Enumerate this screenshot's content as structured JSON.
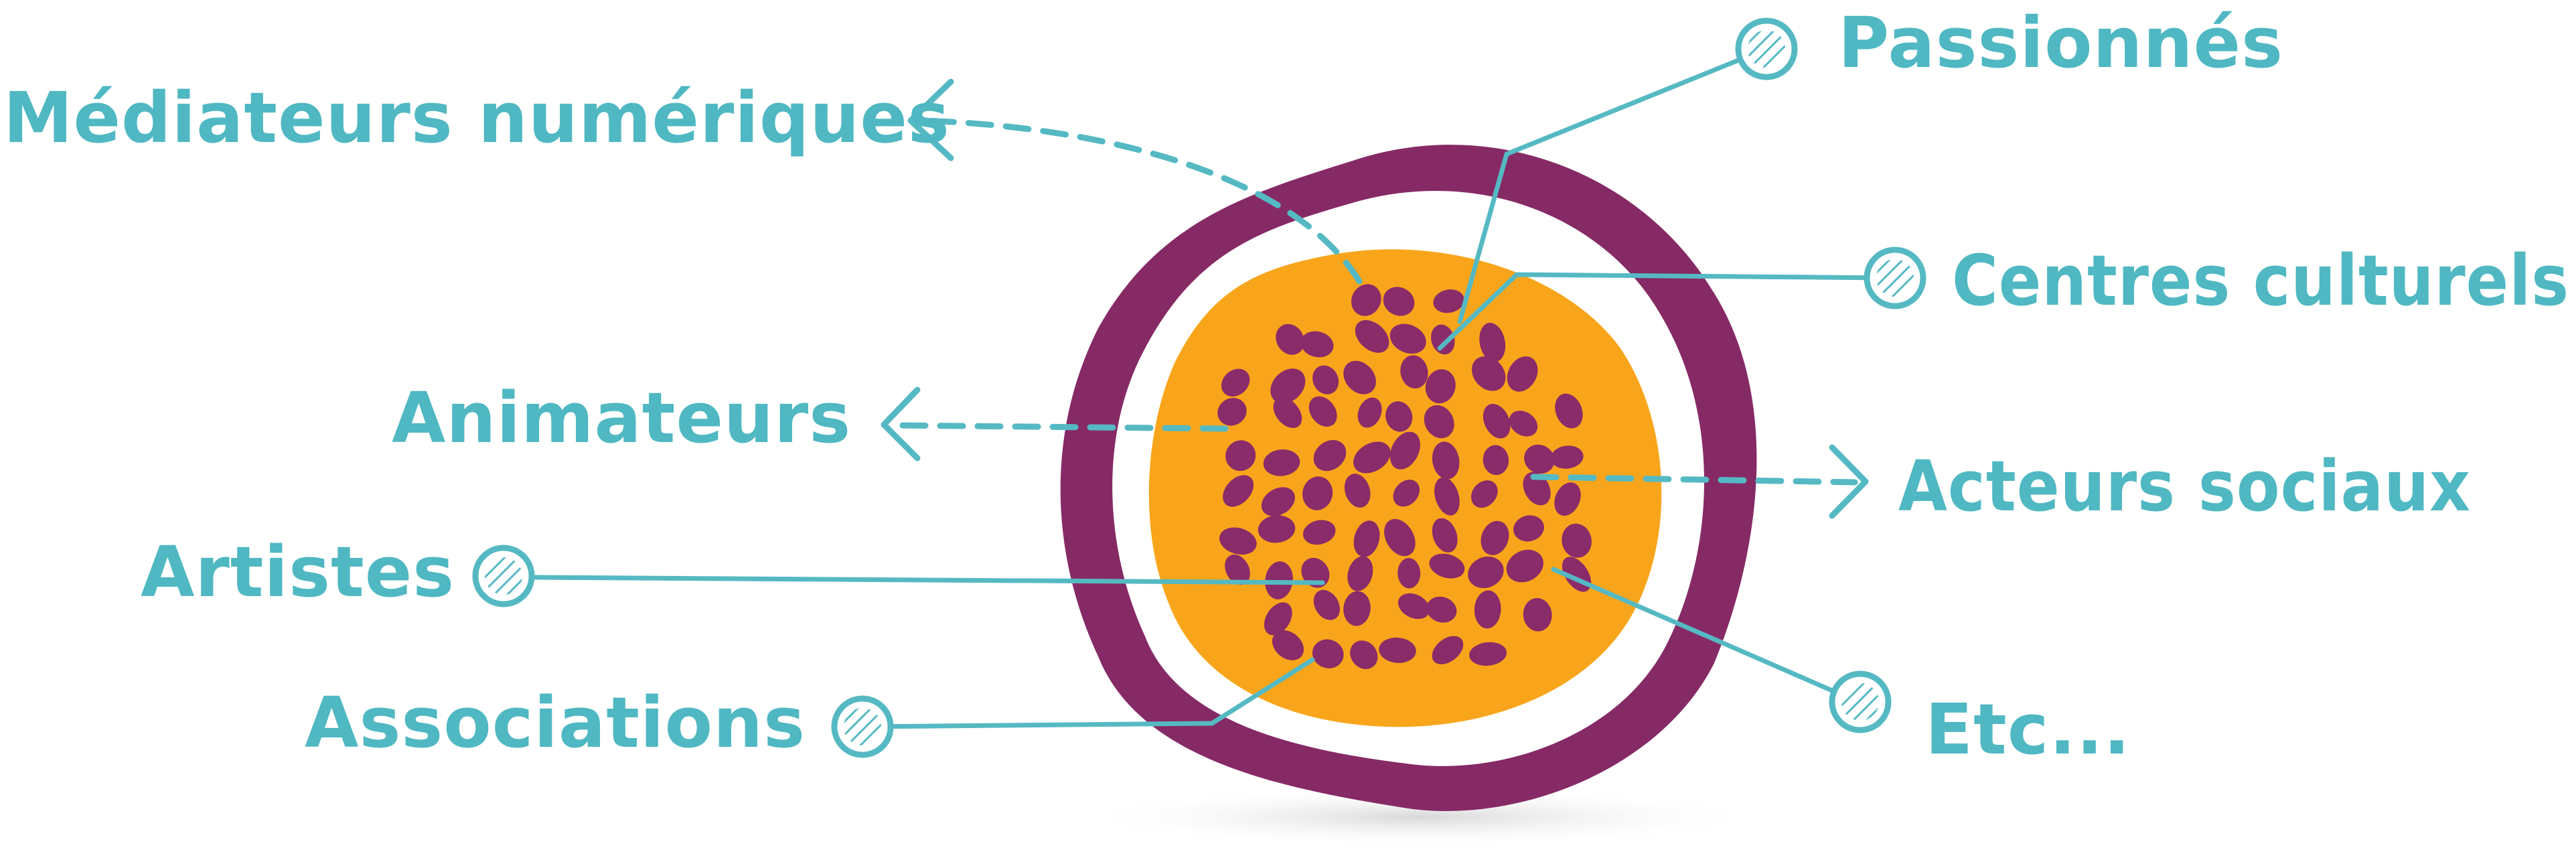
{
  "colors": {
    "label": "#4fb8c2",
    "connector": "#55b9c3",
    "skin": "#862a66",
    "pulp": "#f9a51b",
    "seed": "#8a2b6a"
  },
  "fruit": {
    "name": "passion-fruit-icon"
  },
  "labels": {
    "passionnes": "Passionnés",
    "mediateurs": "Médiateurs numériques",
    "centres": "Centres culturels",
    "animateurs": "Animateurs",
    "acteurs": "Acteurs sociaux",
    "artistes": "Artistes",
    "associations": "Associations",
    "etc": "Etc..."
  }
}
